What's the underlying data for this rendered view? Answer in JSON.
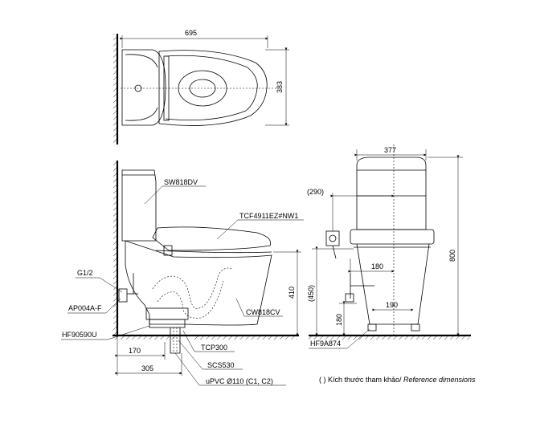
{
  "top_view": {
    "dim_length": "695",
    "dim_depth": "383"
  },
  "side_view": {
    "parts": {
      "tank": "SW818DV",
      "seat": "TCF4911EZ#NW1",
      "bowl": "CW818CV",
      "inlet": "G1/2",
      "valve": "AP004A-F",
      "flange": "HF90590U",
      "tcp": "TCP300",
      "scs": "SCS530",
      "pipe": "uPVC Ø110 (C1, C2)"
    },
    "dims": {
      "d170": "170",
      "d305": "305",
      "d410": "410"
    }
  },
  "front_view": {
    "parts": {
      "base": "HF9A874"
    },
    "dims": {
      "d377": "377",
      "d290": "(290)",
      "d180a": "180",
      "d190": "190",
      "d450": "(450)",
      "d180b": "180",
      "d800": "800"
    }
  },
  "note": {
    "vi": "( ) Kích thước tham khảo/",
    "en": "Reference dimensions"
  }
}
